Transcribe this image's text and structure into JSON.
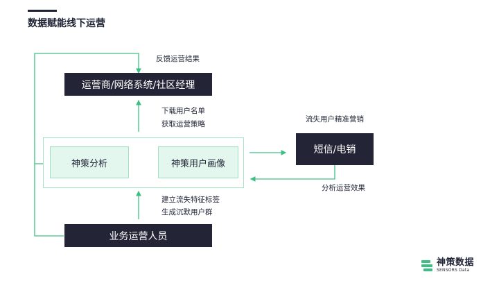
{
  "title": "数据赋能线下运营",
  "nodes": {
    "operator": "运营商/网络系统/社区经理",
    "analysis": "神策分析",
    "portrait": "神策用户画像",
    "sms": "短信/电销",
    "staff": "业务运营人员"
  },
  "labels": {
    "feedback": "反馈运营结果",
    "download": "下载用户名单",
    "strategy": "获取运营策略",
    "churn_marketing": "流失用户精准营销",
    "analyze_effect": "分析运营效果",
    "build_tags": "建立流失特征标签",
    "silent_group": "生成沉默用户群"
  },
  "logo": {
    "cn": "神策数据",
    "en": "SENSORS Data"
  },
  "colors": {
    "accent": "#3dbf84",
    "dark": "#232537",
    "light": "#e4f7ee"
  }
}
